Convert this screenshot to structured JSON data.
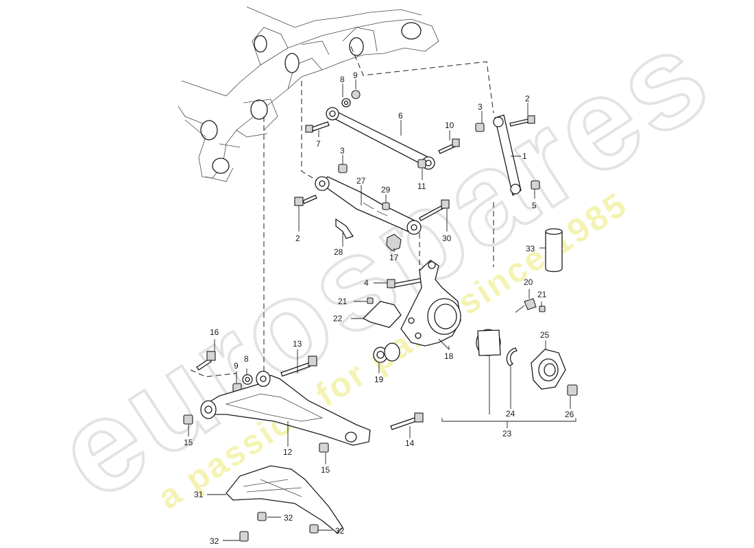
{
  "watermark": {
    "brand": "eurospares",
    "tagline": "a passion for parts since 1985",
    "brand_color": "#e6e6e6",
    "tagline_color": "#f1f0a8"
  },
  "callouts": {
    "c1": "1",
    "c2a": "2",
    "c2b": "2",
    "c3a": "3",
    "c3b": "3",
    "c4": "4",
    "c5": "5",
    "c6": "6",
    "c7": "7",
    "c8a": "8",
    "c8b": "8",
    "c9a": "9",
    "c9b": "9",
    "c10": "10",
    "c11": "11",
    "c12": "12",
    "c13": "13",
    "c14": "14",
    "c15a": "15",
    "c15b": "15",
    "c16": "16",
    "c17": "17",
    "c18": "18",
    "c19": "19",
    "c20": "20",
    "c21a": "21",
    "c21b": "21",
    "c22": "22",
    "c23": "23",
    "c24": "24",
    "c25": "25",
    "c26": "26",
    "c27": "27",
    "c28": "28",
    "c29": "29",
    "c30": "30",
    "c31": "31",
    "c32a": "32",
    "c32b": "32",
    "c32c": "32",
    "c33": "33"
  }
}
